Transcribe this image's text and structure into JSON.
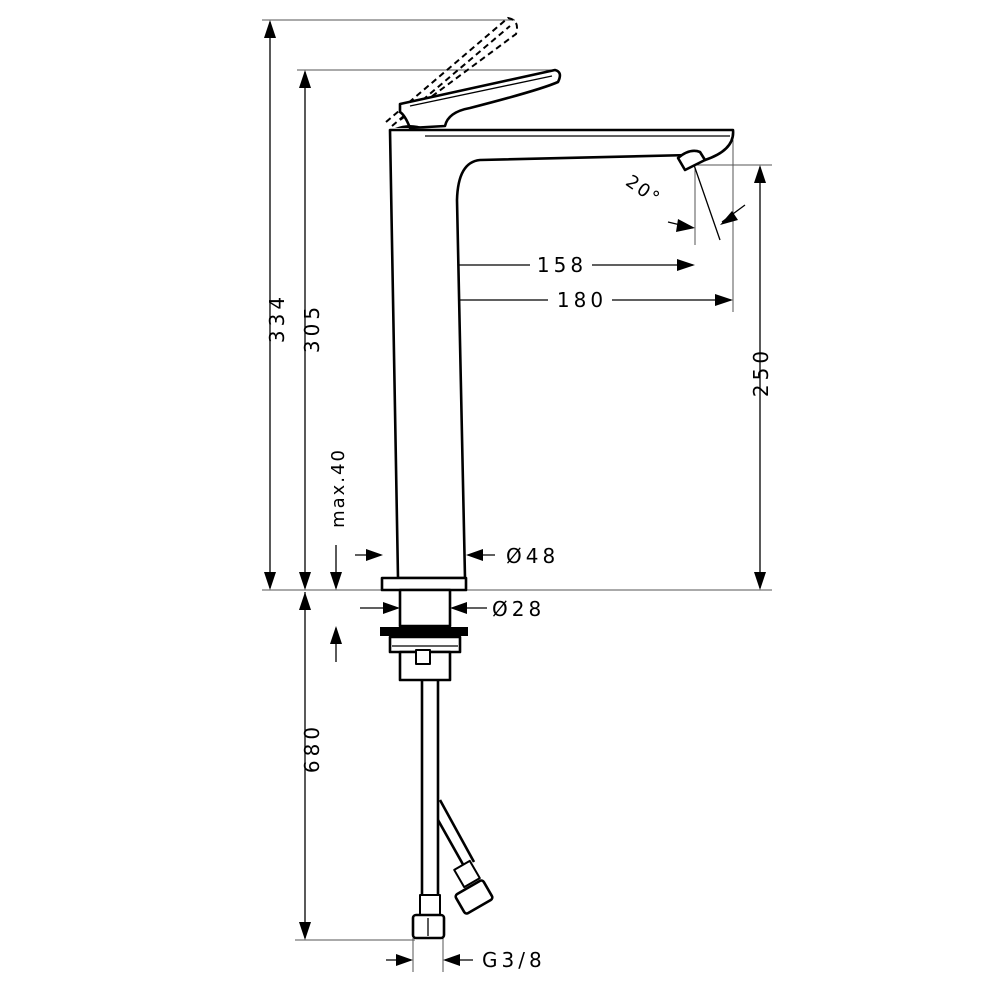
{
  "dimensions": {
    "total_height": "334",
    "body_height": "305",
    "max_deck": "max.40",
    "spout_outlet_height": "250",
    "reach_158": "158",
    "reach_180": "180",
    "angle": "20°",
    "base_diameter": "Ø48",
    "shank_diameter": "Ø28",
    "hose_length": "680",
    "connection": "G3/8"
  }
}
